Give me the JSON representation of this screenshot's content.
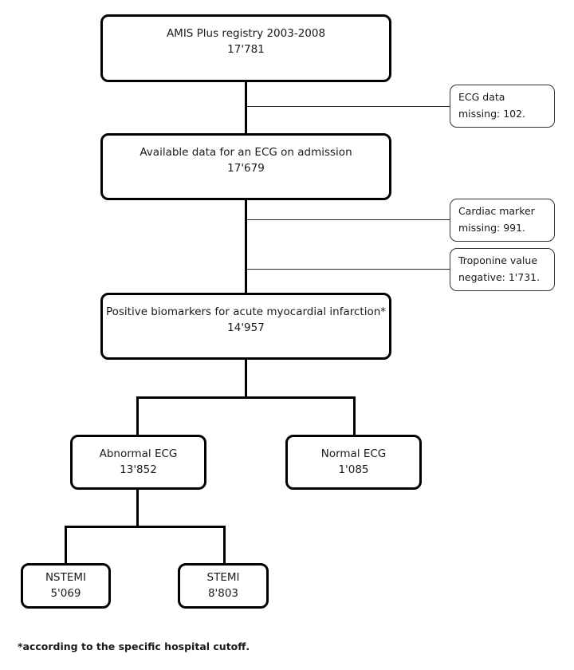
{
  "diagram": {
    "title_text": "AMIS Plus registry 2003-2008",
    "footnote": "*according to the specific hospital cutoff."
  },
  "nodes": {
    "registry": {
      "label": "AMIS Plus registry 2003-2008",
      "count": "17'781"
    },
    "ecg_available": {
      "label": "Available data for an ECG on admission",
      "count": "17'679"
    },
    "positive_biomarkers": {
      "label": "Positive biomarkers for acute myocardial infarction*",
      "count": "14'957"
    },
    "abnormal_ecg": {
      "label": "Abnormal ECG",
      "count": "13'852"
    },
    "normal_ecg": {
      "label": "Normal ECG",
      "count": "1'085"
    },
    "nstemi": {
      "label": "NSTEMI",
      "count": "5'069"
    },
    "stemi": {
      "label": "STEMI",
      "count": "8'803"
    }
  },
  "exclusions": {
    "ecg_missing": {
      "line1": "ECG data",
      "line2": "missing: 102."
    },
    "cardiac_marker_missing": {
      "line1": "Cardiac marker",
      "line2": "missing: 991."
    },
    "troponine_negative": {
      "line1": "Troponine value",
      "line2": "negative: 1'731."
    }
  },
  "colors": {
    "stroke": "#000000",
    "text": "#1a1a1a",
    "note_stroke": "#333333",
    "background": "#ffffff"
  }
}
